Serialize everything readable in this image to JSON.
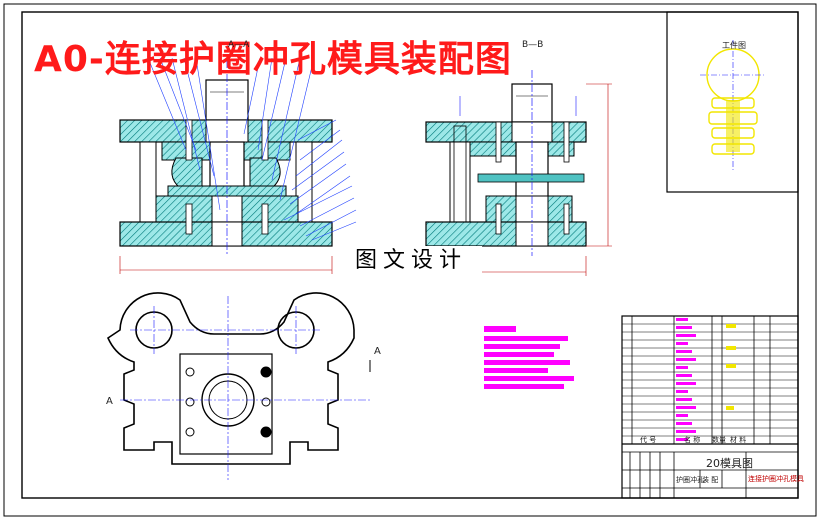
{
  "drawing": {
    "title": "A0-连接护圈冲孔模具装配图",
    "watermark": "图文设计",
    "view_labels": {
      "section_a": "A—A",
      "section_b": "B—B",
      "arrow_a_left": "A",
      "arrow_a_right": "A"
    },
    "workpiece_label": "工件图",
    "title_block": {
      "drawing_number": "20模具图",
      "row_label_1": "代 号",
      "row_label_2": "名 称",
      "row_label_3": "数量",
      "row_label_4": "材 料",
      "footer_left": "护圈冲孔",
      "footer_mid": "装 配",
      "footer_right": "连接护圈冲孔模具"
    }
  },
  "colors": {
    "outline": "#000000",
    "hatch": "#00a6a6",
    "fill_cyan": "#00c8c8",
    "centerline": "#1a1aff",
    "dim": "#c00000",
    "title_red": "#ff1a1a",
    "magenta": "#ff00ff",
    "yellow": "#f2e600",
    "blue_leader": "#2040ff"
  }
}
